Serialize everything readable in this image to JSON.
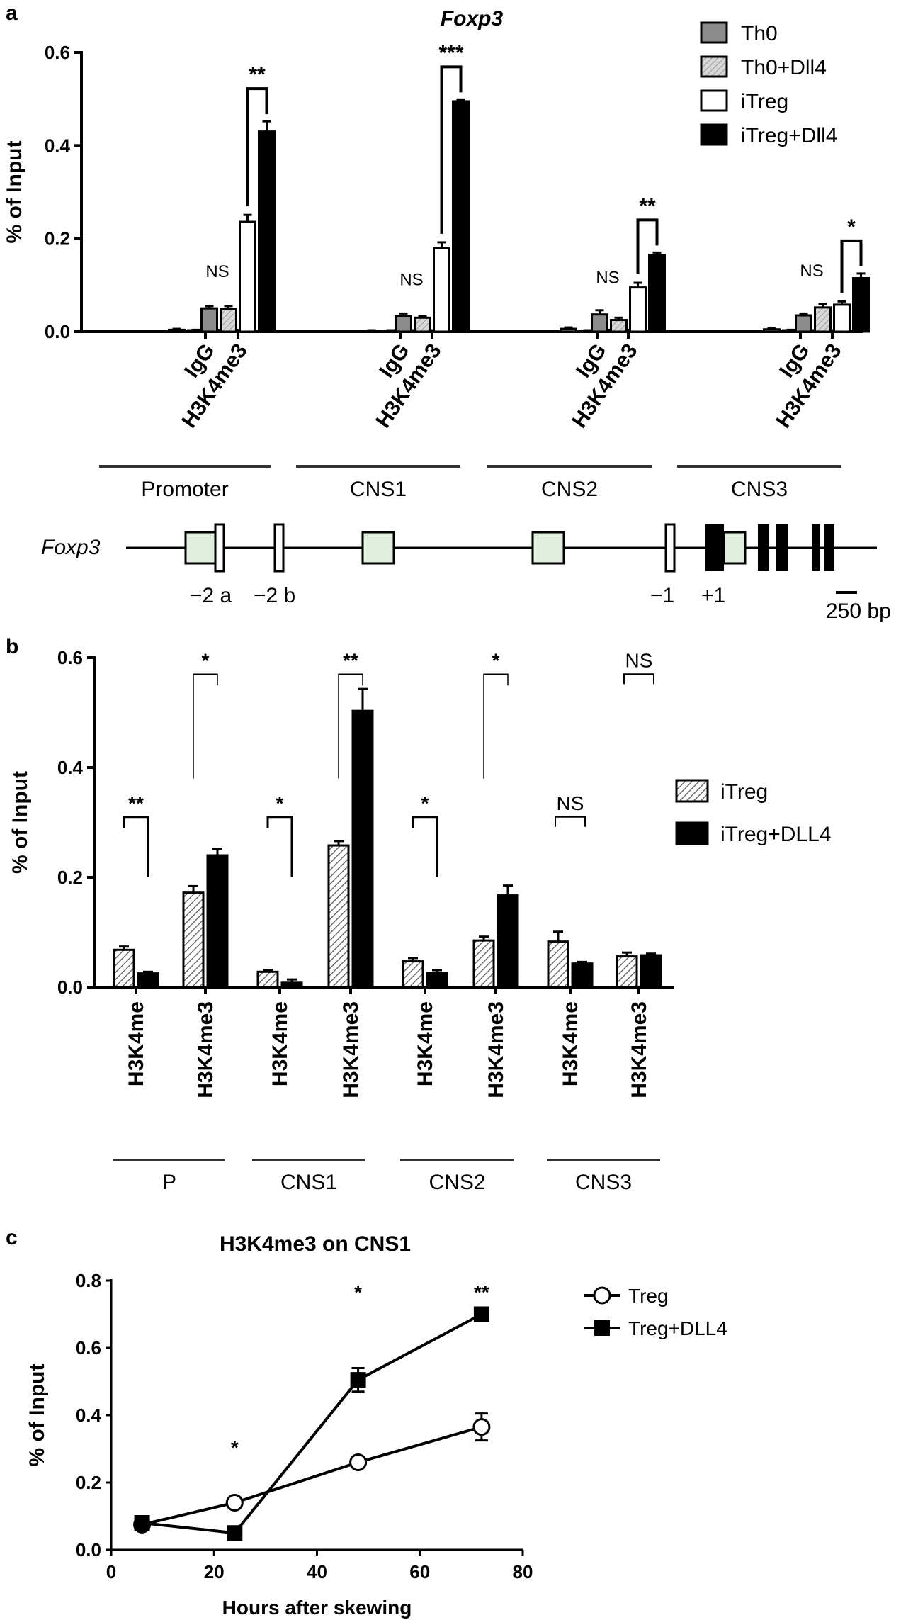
{
  "chart_data": [
    {
      "panel": "a",
      "type": "bar",
      "title": "Foxp3",
      "ylabel": "% of Input",
      "ylim": [
        0,
        0.6
      ],
      "yticks": [
        "0.0",
        "0.2",
        "0.4",
        "0.6"
      ],
      "legend_position": "top-right",
      "categories": [
        "IgG",
        "H3K4me3",
        "IgG",
        "H3K4me3",
        "IgG",
        "H3K4me3",
        "IgG",
        "H3K4me3"
      ],
      "regions": [
        "Promoter",
        "CNS1",
        "CNS2",
        "CNS3"
      ],
      "series": [
        {
          "name": "Th0",
          "values": [
            0.004,
            0.05,
            0.002,
            0.033,
            0.006,
            0.037,
            0.005,
            0.035
          ],
          "errors": [
            0.002,
            0.005,
            0.001,
            0.006,
            0.003,
            0.009,
            0.002,
            0.004
          ]
        },
        {
          "name": "Th0+Dll4",
          "values": [
            0.003,
            0.049,
            0.002,
            0.03,
            0.002,
            0.025,
            0.003,
            0.052
          ],
          "errors": [
            0.001,
            0.006,
            0.001,
            0.004,
            0.001,
            0.005,
            0.001,
            0.008
          ]
        },
        {
          "name": "iTreg",
          "values": [
            0.003,
            0.236,
            0.002,
            0.18,
            0.003,
            0.095,
            0.002,
            0.058
          ],
          "errors": [
            0.001,
            0.015,
            0.001,
            0.012,
            0.001,
            0.01,
            0.001,
            0.007
          ]
        },
        {
          "name": "iTreg+Dll4",
          "values": [
            0.003,
            0.43,
            0.002,
            0.495,
            0.003,
            0.165,
            0.002,
            0.115
          ],
          "errors": [
            0.001,
            0.022,
            0.001,
            0.004,
            0.001,
            0.005,
            0.001,
            0.01
          ]
        }
      ],
      "annotations": [
        {
          "group": 1,
          "text": "NS",
          "kind": "text"
        },
        {
          "group": 1,
          "text": "**",
          "kind": "bracket"
        },
        {
          "group": 3,
          "text": "NS",
          "kind": "text"
        },
        {
          "group": 3,
          "text": "***",
          "kind": "bracket"
        },
        {
          "group": 5,
          "text": "NS",
          "kind": "text"
        },
        {
          "group": 5,
          "text": "**",
          "kind": "bracket"
        },
        {
          "group": 7,
          "text": "NS",
          "kind": "text"
        },
        {
          "group": 7,
          "text": "*",
          "kind": "bracket"
        }
      ]
    },
    {
      "panel": "b",
      "type": "bar",
      "ylabel": "% of Input",
      "ylim": [
        0,
        0.6
      ],
      "yticks": [
        "0.0",
        "0.2",
        "0.4",
        "0.6"
      ],
      "legend_position": "right",
      "categories": [
        "H3K4me",
        "H3K4me3",
        "H3K4me",
        "H3K4me3",
        "H3K4me",
        "H3K4me3",
        "H3K4me",
        "H3K4me3"
      ],
      "regions": [
        "P",
        "CNS1",
        "CNS2",
        "CNS3"
      ],
      "series": [
        {
          "name": "iTreg",
          "values": [
            0.068,
            0.172,
            0.028,
            0.258,
            0.047,
            0.085,
            0.083,
            0.056
          ],
          "errors": [
            0.006,
            0.012,
            0.003,
            0.008,
            0.006,
            0.007,
            0.018,
            0.007
          ]
        },
        {
          "name": "iTreg+DLL4",
          "values": [
            0.025,
            0.24,
            0.008,
            0.503,
            0.026,
            0.167,
            0.043,
            0.058
          ],
          "errors": [
            0.003,
            0.012,
            0.006,
            0.04,
            0.005,
            0.018,
            0.003,
            0.003
          ]
        }
      ],
      "significance": [
        "**",
        "*",
        "*",
        "**",
        "*",
        "*",
        "NS",
        "NS"
      ]
    },
    {
      "panel": "c",
      "type": "line",
      "title": "H3K4me3 on CNS1",
      "xlabel": "Hours after skewing",
      "ylabel": "% of Input",
      "xlim": [
        0,
        80
      ],
      "ylim": [
        0,
        0.8
      ],
      "xticks": [
        "0",
        "20",
        "40",
        "60",
        "80"
      ],
      "yticks": [
        "0.0",
        "0.2",
        "0.4",
        "0.6",
        "0.8"
      ],
      "legend_position": "top-right",
      "x": [
        6,
        24,
        48,
        72
      ],
      "series": [
        {
          "name": "Treg",
          "marker": "open-circle",
          "values": [
            0.075,
            0.14,
            0.26,
            0.365
          ],
          "errors": [
            0.01,
            0.01,
            0.01,
            0.04
          ]
        },
        {
          "name": "Treg+DLL4",
          "marker": "filled-square",
          "values": [
            0.08,
            0.05,
            0.505,
            0.7
          ],
          "errors": [
            0.01,
            0.008,
            0.035,
            0.01
          ]
        }
      ],
      "significance": [
        "",
        "*",
        "*",
        "**"
      ]
    }
  ],
  "gene_map": {
    "gene": "Foxp3",
    "exon_labels": [
      "−2 a",
      "−2 b",
      "−1",
      "+1"
    ],
    "scale_label": "250 bp"
  },
  "panel_labels": [
    "a",
    "b",
    "c"
  ]
}
